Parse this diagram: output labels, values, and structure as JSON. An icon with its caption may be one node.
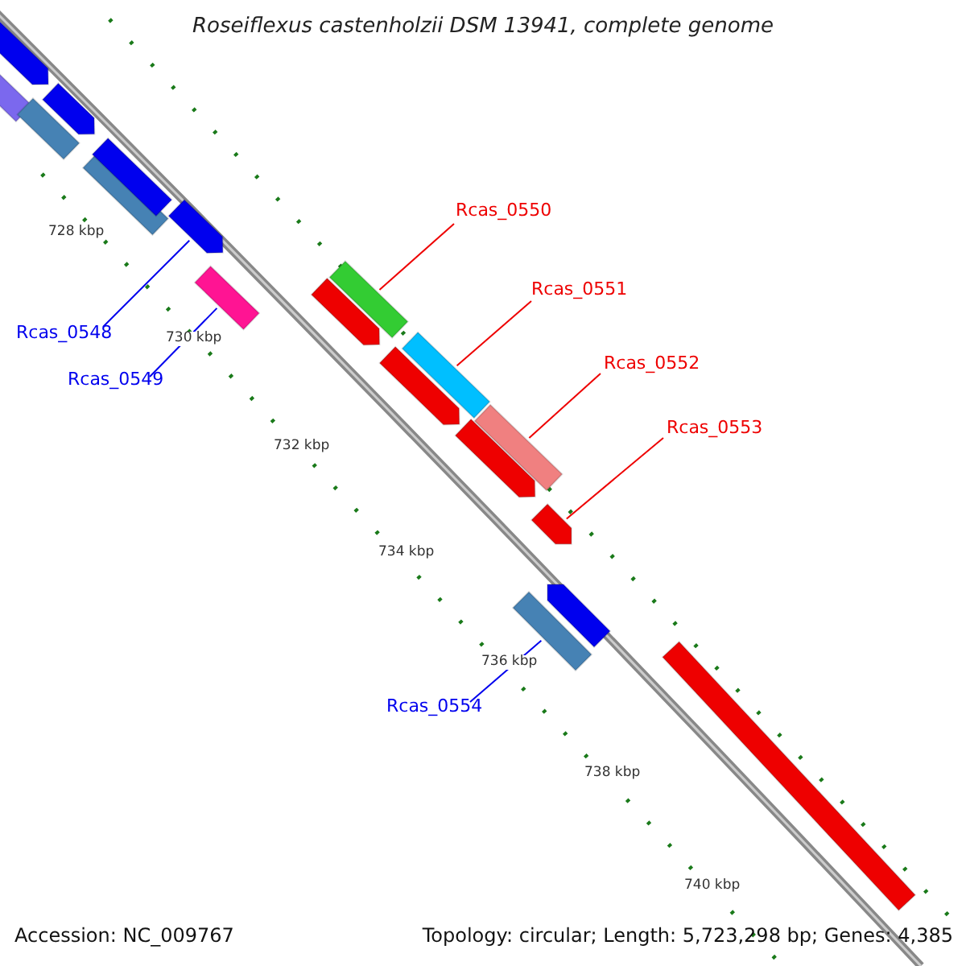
{
  "diagram": {
    "title": "Roseiflexus castenholzii DSM 13941, complete genome",
    "nodes": [
      {
        "text": [
          "Rcas_0548"
        ]
      },
      {
        "text": [
          "Rcas_0549"
        ]
      },
      {
        "text": [
          "Rcas_0550"
        ]
      },
      {
        "text": [
          "Rcas_0551"
        ]
      },
      {
        "text": [
          "Rcas_0552"
        ]
      },
      {
        "text": [
          "Rcas_0553"
        ]
      },
      {
        "text": [
          "Rcas_0554"
        ]
      },
      {
        "text": [],
        "shape": "bar"
      },
      {
        "text": [],
        "shape": "bar"
      },
      {
        "text": [],
        "shape": "bar"
      },
      {
        "text": [],
        "shape": "bar"
      },
      {
        "text": [],
        "shape": "bar"
      },
      {
        "text": [],
        "shape": "bar"
      },
      {
        "text": [],
        "shape": "bar"
      },
      {
        "text": [],
        "shape": "bar"
      },
      {
        "text": [],
        "shape": "bar"
      },
      {
        "text": [],
        "shape": "bar"
      },
      {
        "text": [],
        "shape": "bar"
      },
      {
        "text": [],
        "shape": "bar"
      },
      {
        "text": [],
        "shape": "bar"
      },
      {
        "text": [],
        "shape": "bar"
      },
      {
        "text": [],
        "shape": "bar"
      },
      {
        "text": [],
        "shape": "bar"
      },
      {
        "text": [],
        "shape": "bar"
      },
      {
        "text": [],
        "shape": "bar"
      }
    ],
    "edges": [
      {
        "from": 0,
        "to": 13,
        "arrow": "none",
        "color": "#0000ee"
      },
      {
        "from": 1,
        "to": 14,
        "arrow": "none",
        "color": "#0000ee"
      },
      {
        "from": 2,
        "to": 16,
        "arrow": "none"
      },
      {
        "from": 3,
        "to": 18,
        "arrow": "none"
      },
      {
        "from": 4,
        "to": 20,
        "arrow": "none"
      },
      {
        "from": 5,
        "to": 21,
        "arrow": "none"
      },
      {
        "from": 6,
        "to": 22,
        "arrow": "none",
        "color": "#0000ee"
      }
    ],
    "labels": [
      "728 kbp",
      "730 kbp",
      "732 kbp",
      "734 kbp",
      "736 kbp",
      "738 kbp",
      "740 kbp",
      "Accession: NC_009767",
      "Topology: circular; Length: 5,723,298 bp; Genes: 4,385"
    ]
  }
}
